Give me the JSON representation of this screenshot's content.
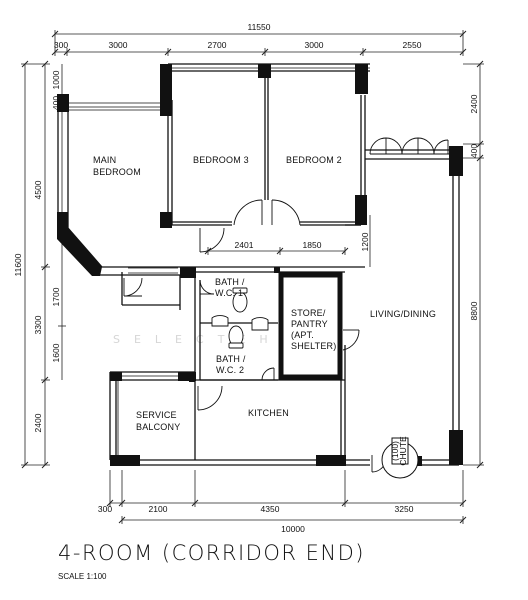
{
  "dimensions": {
    "top_total": "11550",
    "top": [
      "300",
      "3000",
      "2700",
      "3000",
      "2550"
    ],
    "left_total": "11600",
    "left_outer": [
      "4500",
      "3300",
      "2400"
    ],
    "left_inner": [
      "1000",
      "400",
      "1700",
      "1600"
    ],
    "right": [
      "2400",
      "400",
      "8800"
    ],
    "bottom": [
      "300",
      "2100",
      "4350",
      "3250"
    ],
    "bottom_total": "10000",
    "inner": [
      "2401",
      "1850",
      "1200"
    ]
  },
  "rooms": {
    "main_bedroom": [
      "MAIN",
      "BEDROOM"
    ],
    "bedroom3": "BEDROOM 3",
    "bedroom2": "BEDROOM 2",
    "bath1": [
      "BATH /",
      "W.C. 1"
    ],
    "bath2": [
      "BATH /",
      "W.C. 2"
    ],
    "store": [
      "STORE/",
      "PANTRY",
      "(APT.",
      "SHELTER)"
    ],
    "living": "LIVING/DINING",
    "service": [
      "SERVICE",
      "BALCONY"
    ],
    "kitchen": "KITCHEN",
    "refuse": [
      "(100)",
      "CHUTE"
    ]
  },
  "watermark": "SELECTEH",
  "title": "4-ROOM (CORRIDOR END)",
  "scale": "SCALE   1:100"
}
